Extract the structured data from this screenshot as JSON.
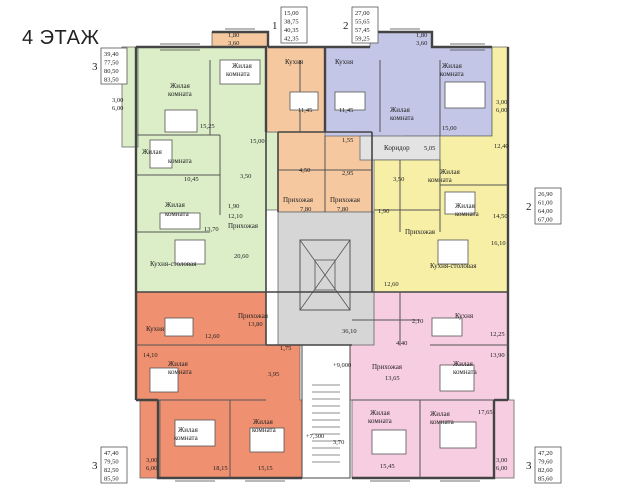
{
  "page_title": "4 ЭТАЖ",
  "colors": {
    "green": "#dbeec7",
    "orange": "#f5c8a0",
    "purple": "#c3c6e6",
    "yellow": "#f6efa5",
    "red": "#ef9070",
    "pink": "#f7cde1",
    "gray": "#e3e3e3",
    "core": "#d6d6d6",
    "wall": "#444444"
  },
  "apartment_info": [
    {
      "id": "apt-1",
      "type": "1",
      "areas": [
        "15,00",
        "38,75",
        "40,35",
        "42,35"
      ]
    },
    {
      "id": "apt-2",
      "type": "2",
      "areas": [
        "27,00",
        "55,65",
        "57,45",
        "59,25"
      ]
    },
    {
      "id": "apt-3-nw",
      "type": "3",
      "areas": [
        "39,40",
        "77,50",
        "80,50",
        "83,50"
      ]
    },
    {
      "id": "apt-2-e",
      "type": "2",
      "areas": [
        "26,90",
        "61,00",
        "64,00",
        "67,00"
      ]
    },
    {
      "id": "apt-3-sw",
      "type": "3",
      "areas": [
        "47,40",
        "79,50",
        "82,50",
        "85,50"
      ]
    },
    {
      "id": "apt-3-se",
      "type": "3",
      "areas": [
        "47,20",
        "79,60",
        "82,60",
        "85,60"
      ]
    }
  ],
  "balcony_notes": [
    {
      "id": "bal-orange",
      "lines": [
        "1,80",
        "3,60"
      ]
    },
    {
      "id": "bal-purple",
      "lines": [
        "1,80",
        "3,60"
      ]
    },
    {
      "id": "bal-nw",
      "lines": [
        "3,00",
        "6,00"
      ]
    },
    {
      "id": "bal-ne",
      "lines": [
        "3,00",
        "6,00"
      ]
    },
    {
      "id": "bal-sw",
      "lines": [
        "3,00",
        "6,00"
      ]
    },
    {
      "id": "bal-se",
      "lines": [
        "3,00",
        "6,00"
      ]
    }
  ],
  "rooms": {
    "kitchen": "Кухня",
    "living": "Жилая",
    "living2": "комната",
    "hall": "Прихожая",
    "corridor": "Коридор",
    "kitchen_dining": "Кухня-столовая"
  },
  "room_areas": {
    "g_living_top": "15,25",
    "g_living_mid": "10,45",
    "g_living_low": "13,70",
    "g_bath": "3,50",
    "g_wc": "1,90",
    "g_hall": "12,10",
    "g_kitchen": "20,60",
    "o_living": "15,00",
    "o_kitchen": "11,45",
    "o_bath": "4,50",
    "o_hall": "7,80",
    "p_kitchen": "11,45",
    "p_living": "15,00",
    "p_bath": "2,95",
    "p_wc": "1,55",
    "p_hall": "7,80",
    "corridor": "5,05",
    "y_living_top": "12,40",
    "y_living_low": "14,50",
    "y_bath": "3,50",
    "y_wc": "1,90",
    "y_kitchen": "16,10",
    "y_hall": "12,60",
    "core": "36,10",
    "r_kitchen": "12,60",
    "r_living": "14,10",
    "r_hall": "13,80",
    "r_bath": "3,95",
    "r_wc": "1,75",
    "r_living_a": "18,15",
    "r_living_b": "15,15",
    "k_bath": "4,40",
    "k_wc": "2,10",
    "k_kitchen": "12,25",
    "k_living_mid": "13,90",
    "k_hall": "13,65",
    "k_living_a": "15,45",
    "k_living_b": "17,65",
    "stair_top": "+9,000",
    "stair_low": "+7,300",
    "stair_area": "3,70"
  }
}
